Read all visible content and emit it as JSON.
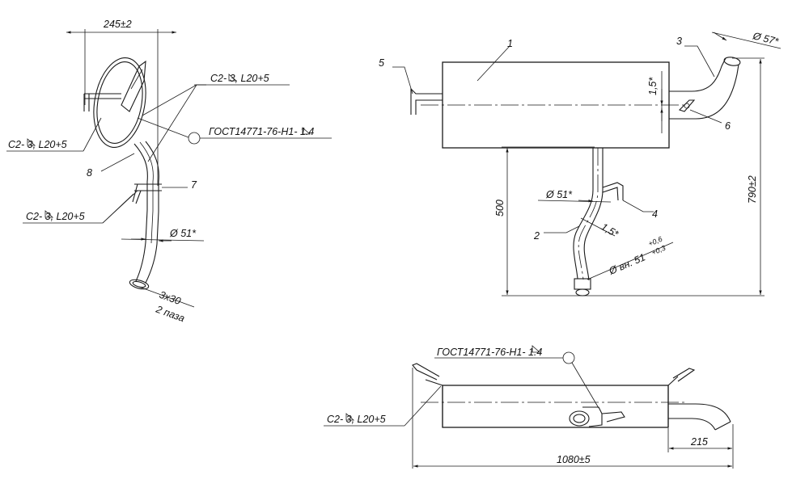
{
  "colors": {
    "line": "#1a1a1a",
    "background": "#ffffff"
  },
  "side_view": {
    "dim_width": "245±2",
    "weld_top": "C2-  3, L20+5",
    "weld_left": "C2-  3, L20+5",
    "weld_bottom": "C2-  3, L20+5",
    "gost_ref": "ГОСТ14771-76-Н1-  1.4",
    "label_8": "8",
    "label_7": "7",
    "dia_pipe": "Ø 51*",
    "cut_size": "3x30",
    "cut_count": "2 паза"
  },
  "front_view": {
    "label_1": "1",
    "label_2": "2",
    "label_3": "3",
    "label_4": "4",
    "label_5": "5",
    "label_6": "6",
    "dim_offset_top": "1,5*",
    "dia_outlet": "Ø 57*",
    "dia_inlet": "Ø 51*",
    "dim_offset_pipe": "1,5*",
    "dia_inner": "Ø вн. 51",
    "tol_upper": "+0,6",
    "tol_lower": "+0,3",
    "dim_500": "500",
    "dim_790": "790±2"
  },
  "top_view": {
    "gost_ref": "ГОСТ14771-76-Н1-  1.4",
    "weld": "C2-  3, L20+5",
    "dim_215": "215",
    "dim_length": "1080±5"
  }
}
